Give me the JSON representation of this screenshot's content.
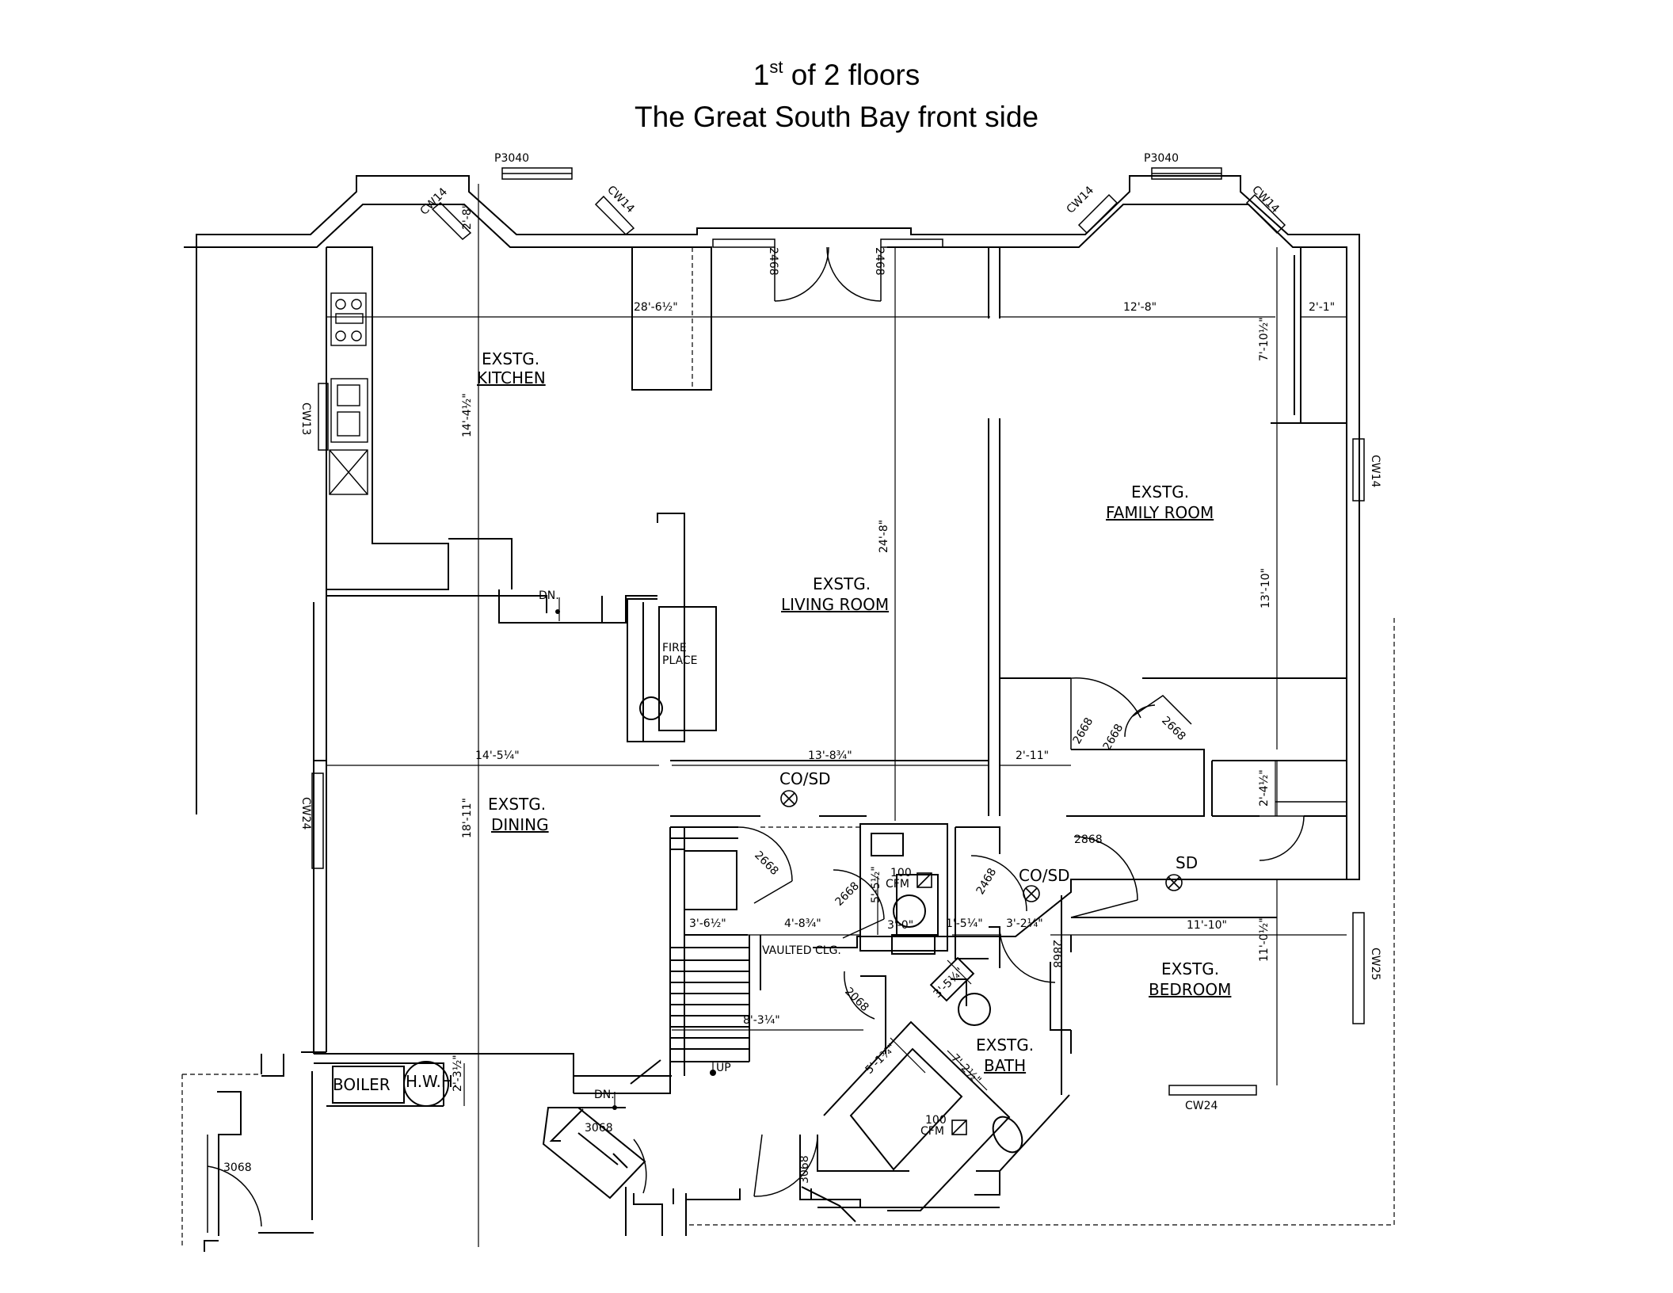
{
  "title": {
    "line1_number": "1",
    "line1_suffix": "st",
    "line1_rest": " of 2 floors",
    "line2": "The Great South Bay front side"
  },
  "rooms": {
    "kitchen": [
      "EXSTG.",
      "KITCHEN"
    ],
    "living": [
      "EXSTG.",
      "LIVING ROOM"
    ],
    "family": [
      "EXSTG.",
      "FAMILY ROOM"
    ],
    "dining": [
      "EXSTG.",
      "DINING"
    ],
    "bedroom": [
      "EXSTG.",
      "BEDROOM"
    ],
    "bath": [
      "EXSTG.",
      "BATH"
    ]
  },
  "fixtures": {
    "fireplace": [
      "FIRE",
      "PLACE"
    ],
    "boiler": "BOILER",
    "hwh": "H.W.H.",
    "vaulted": "VAULTED CLG.",
    "fan1": [
      "100",
      "CFM"
    ],
    "fan2": [
      "100",
      "CFM"
    ],
    "cosd1": "CO/SD",
    "cosd2": "CO/SD",
    "sd": "SD",
    "dn1": "DN.",
    "dn2": "DN.",
    "up": "UP"
  },
  "windows": {
    "w_p3040_left": "P3040",
    "w_p3040_right": "P3040",
    "w_cw14_a": "CW14",
    "w_cw14_b": "CW14",
    "w_cw14_c": "CW14",
    "w_cw14_d": "CW14",
    "w_cw14_e": "CW14",
    "w_cw13": "CW13",
    "w_cw24_left": "CW24",
    "w_cw24_bottom": "CW24",
    "w_cw25": "CW25"
  },
  "doors": {
    "d2468_a": "2468",
    "d2468_b": "2468",
    "d2468_c": "2468",
    "d2668_a": "2668",
    "d2668_b": "2668",
    "d2668_c": "2668",
    "d2668_d": "2668",
    "d2668_e": "2668",
    "d2868_a": "2868",
    "d2868_b": "2868",
    "d2068": "2068",
    "d3068_a": "3068",
    "d3068_b": "3068",
    "d3068_c": "3068"
  },
  "dimensions": {
    "d_28_6": "28'-6½\"",
    "d_12_8": "12'-8\"",
    "d_2_1": "2'-1\"",
    "d_2_8": "2'-8\"",
    "d_7_10": "7'-10½\"",
    "d_14_4": "14'-4½\"",
    "d_24_8": "24'-8\"",
    "d_13_10": "13'-10\"",
    "d_14_5": "14'-5¼\"",
    "d_13_8": "13'-8¾\"",
    "d_2_11": "2'-11\"",
    "d_18_11": "18'-11\"",
    "d_2_4": "2'-4½\"",
    "d_5_5": "5'-5½\"",
    "d_3_6": "3'-6½\"",
    "d_4_8": "4'-8¾\"",
    "d_3_0": "3'-0\"",
    "d_1_5": "1'-5¼\"",
    "d_3_2": "3'-2¼\"",
    "d_11_10": "11'-10\"",
    "d_11_0": "11'-0½\"",
    "d_8_3": "8'-3¼\"",
    "d_3_5": "3'-5¼\"",
    "d_5_1": "5'-1¾\"",
    "d_7_2": "7'-2½\"",
    "d_2_3": "2'-3½\""
  }
}
